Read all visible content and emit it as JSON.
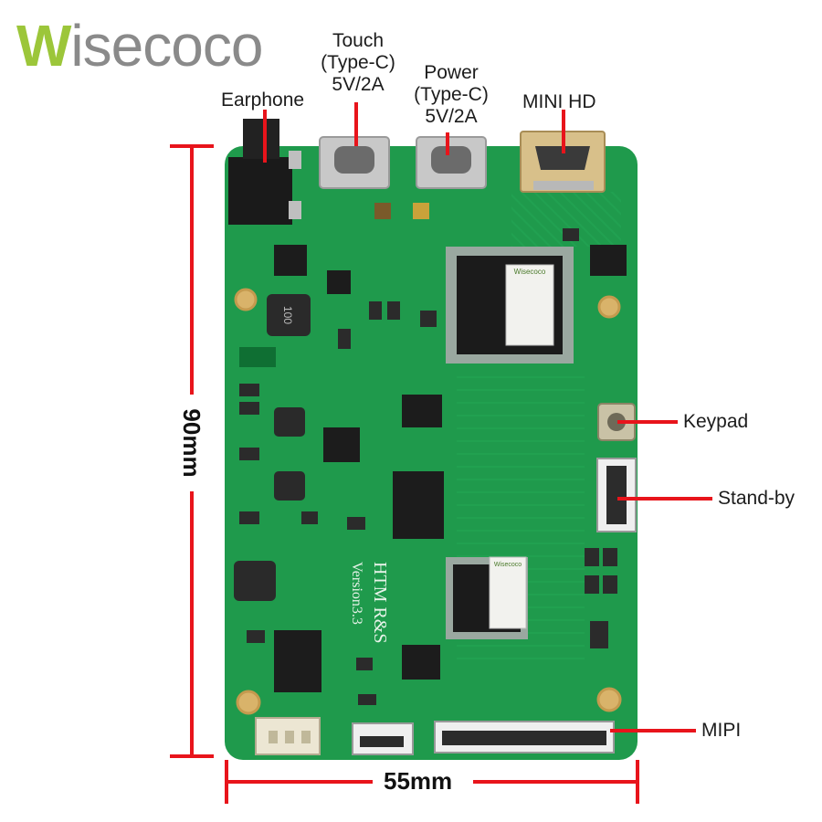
{
  "logo": {
    "first_letter": "W",
    "rest": "isecoco"
  },
  "labels": {
    "earphone": "Earphone",
    "touch_line1": "Touch",
    "touch_line2": "(Type-C)",
    "touch_line3": "5V/2A",
    "power_line1": "Power",
    "power_line2": "(Type-C)",
    "power_line3": "5V/2A",
    "mini_hd": "MINI HD",
    "keypad": "Keypad",
    "standby": "Stand-by",
    "mipi": "MIPI"
  },
  "dimensions": {
    "height": "90mm",
    "width": "55mm"
  },
  "board_silkscreen": {
    "line1": "HTM R&S",
    "line2": "Version3.3",
    "inductor": "100",
    "chip_logo": "Wisecoco"
  },
  "colors": {
    "pcb": "#1f9a4c",
    "pcb_dark": "#157a3a",
    "callout_red": "#e8141b",
    "logo_green": "#9cc63a",
    "logo_gray": "#8a8a8a"
  }
}
